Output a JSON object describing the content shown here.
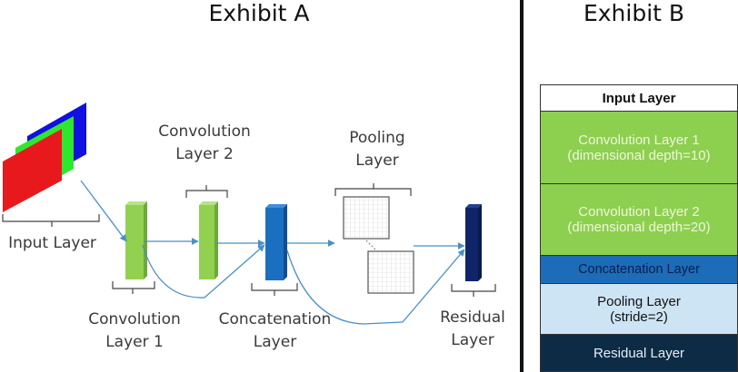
{
  "exhibit_a": {
    "title": "Exhibit A",
    "labels": {
      "input": "Input Layer",
      "conv1": "Convolution\nLayer 1",
      "conv2": "Convolution\nLayer 2",
      "concat": "Concatenation\nLayer",
      "pooling": "Pooling\nLayer",
      "residual": "Residual\nLayer"
    },
    "colors": {
      "input_red": "#e8191c",
      "input_green": "#2ee82e",
      "input_blue": "#1010e0",
      "conv_green": "#92d050",
      "concat_blue": "#1b6fc0",
      "residual_navy": "#0f2469",
      "arrow": "#4a90c4"
    }
  },
  "exhibit_b": {
    "title": "Exhibit B",
    "layers": [
      {
        "label": "Input Layer",
        "bg": "#ffffff",
        "fg": "#111111"
      },
      {
        "label": "Convolution Layer 1\n(dimensional depth=10)",
        "bg": "#8dcf4f",
        "fg": "#eef7dc"
      },
      {
        "label": "Convolution Layer 2\n(dimensional depth=20)",
        "bg": "#8dcf4f",
        "fg": "#eef7dc"
      },
      {
        "label": "Concatenation Layer",
        "bg": "#1c6cb8",
        "fg": "#0b1f4a"
      },
      {
        "label": "Pooling Layer\n(stride=2)",
        "bg": "#cde4f5",
        "fg": "#111111"
      },
      {
        "label": "Residual Layer",
        "bg": "#0d2b45",
        "fg": "#e6eef5"
      }
    ]
  }
}
